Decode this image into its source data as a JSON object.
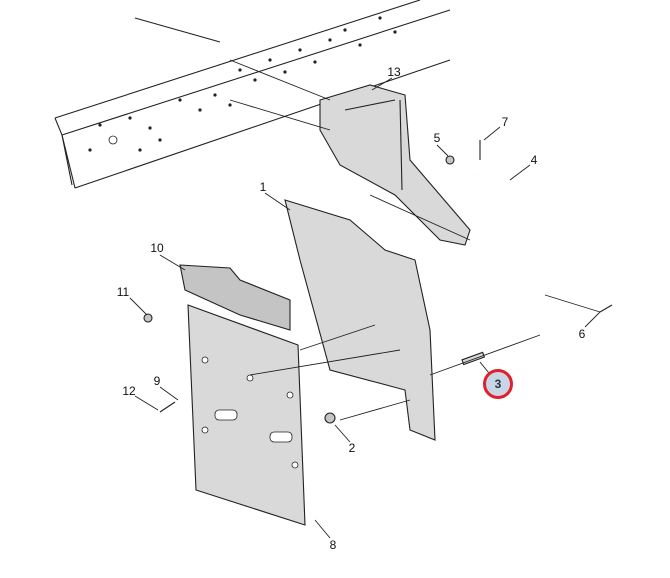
{
  "diagram": {
    "callouts": [
      {
        "id": "callout-1",
        "text": "1"
      },
      {
        "id": "callout-2",
        "text": "2"
      },
      {
        "id": "callout-3",
        "text": "3",
        "highlighted": true
      },
      {
        "id": "callout-4",
        "text": "4"
      },
      {
        "id": "callout-5",
        "text": "5"
      },
      {
        "id": "callout-6",
        "text": "6"
      },
      {
        "id": "callout-7",
        "text": "7"
      },
      {
        "id": "callout-8",
        "text": "8"
      },
      {
        "id": "callout-9",
        "text": "9"
      },
      {
        "id": "callout-10",
        "text": "10"
      },
      {
        "id": "callout-11",
        "text": "11"
      },
      {
        "id": "callout-12",
        "text": "12"
      },
      {
        "id": "callout-13",
        "text": "13"
      }
    ],
    "highlight_color": "#e0202a"
  }
}
